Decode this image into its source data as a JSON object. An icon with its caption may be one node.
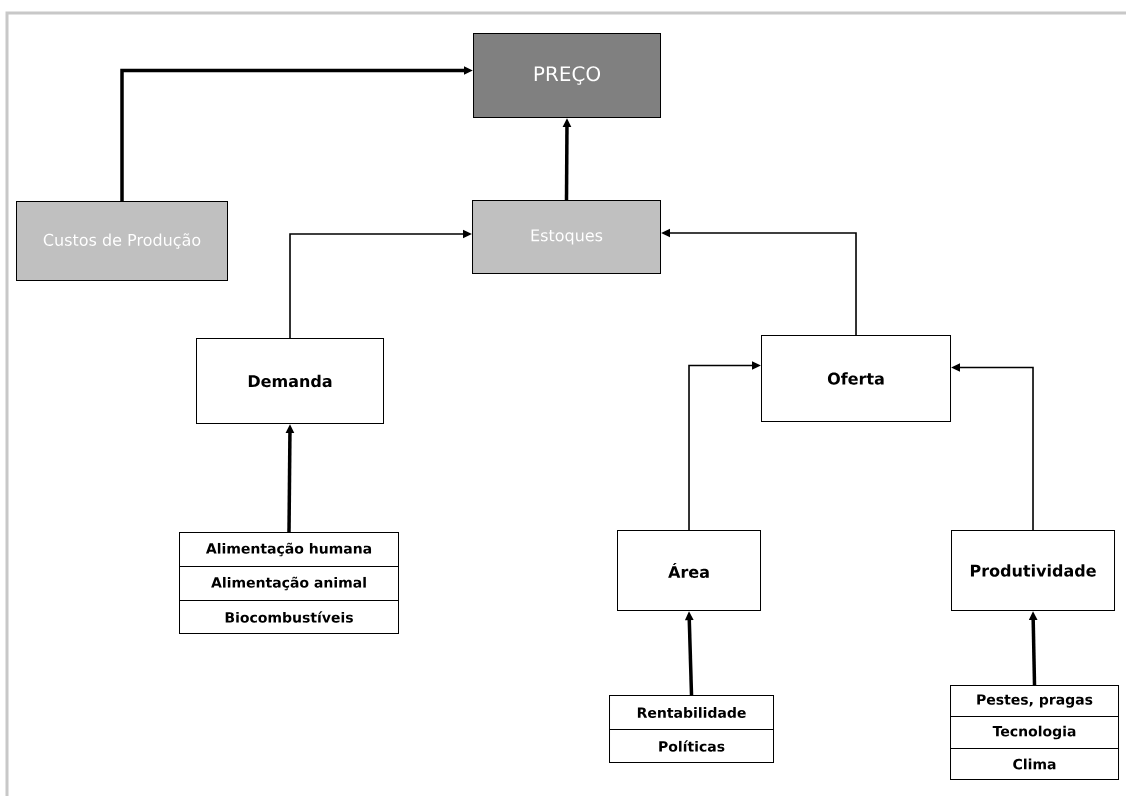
{
  "diagram": {
    "nodes": [
      {
        "text": [
          "PREÇO"
        ]
      },
      {
        "text": [
          "Custos de Produção"
        ]
      },
      {
        "text": [
          "Estoques"
        ]
      },
      {
        "text": [
          "Demanda"
        ]
      },
      {
        "text": [
          "Oferta"
        ]
      },
      {
        "text": [
          "Área"
        ]
      },
      {
        "text": [
          "Produtividade"
        ]
      },
      {
        "text": [
          "Alimentação humana"
        ]
      },
      {
        "text": [
          "Alimentação animal"
        ]
      },
      {
        "text": [
          "Biocombustíveis"
        ]
      },
      {
        "text": [
          "Rentabilidade"
        ]
      },
      {
        "text": [
          "Políticas"
        ]
      },
      {
        "text": [
          "Pestes, pragas"
        ]
      },
      {
        "text": [
          "Tecnologia"
        ]
      },
      {
        "text": [
          "Clima"
        ]
      }
    ],
    "edges": [
      {
        "from": 1,
        "to": 0,
        "arrow": "to"
      },
      {
        "from": 2,
        "to": 0,
        "arrow": "to"
      },
      {
        "from": 3,
        "to": 2,
        "arrow": "to"
      },
      {
        "from": 4,
        "to": 2,
        "arrow": "to"
      },
      {
        "from": 5,
        "to": 4,
        "arrow": "to"
      },
      {
        "from": 6,
        "to": 4,
        "arrow": "to"
      },
      {
        "from": 7,
        "to": 3,
        "arrow": "to"
      },
      {
        "from": 10,
        "to": 5,
        "arrow": "to"
      },
      {
        "from": 12,
        "to": 6,
        "arrow": "to"
      }
    ]
  }
}
